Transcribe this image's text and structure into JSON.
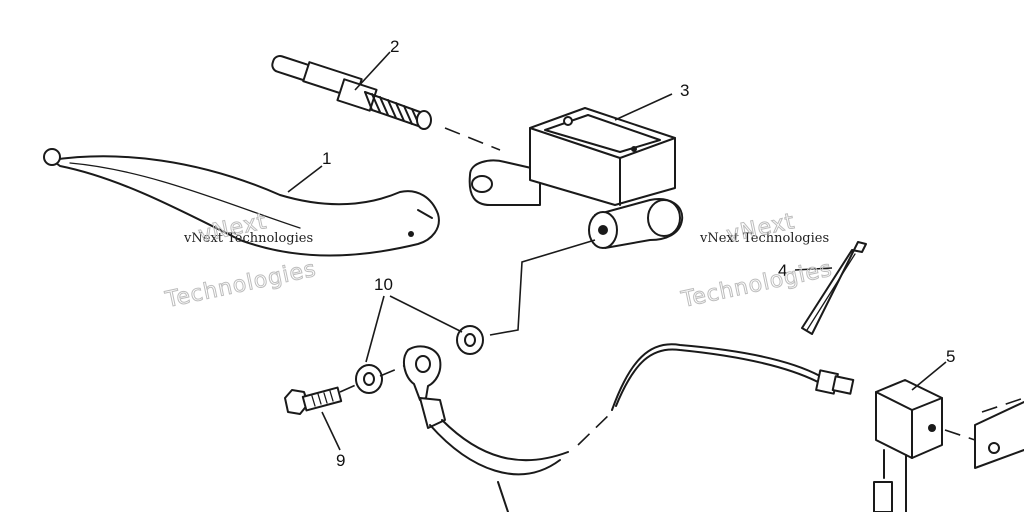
{
  "callouts": {
    "c1": "1",
    "c2": "2",
    "c3": "3",
    "c4": "4",
    "c5": "5",
    "c9": "9",
    "c10": "10"
  },
  "watermark": {
    "line": "vNext Technologies",
    "outline_a": "vNext",
    "outline_b": "Technologies"
  }
}
